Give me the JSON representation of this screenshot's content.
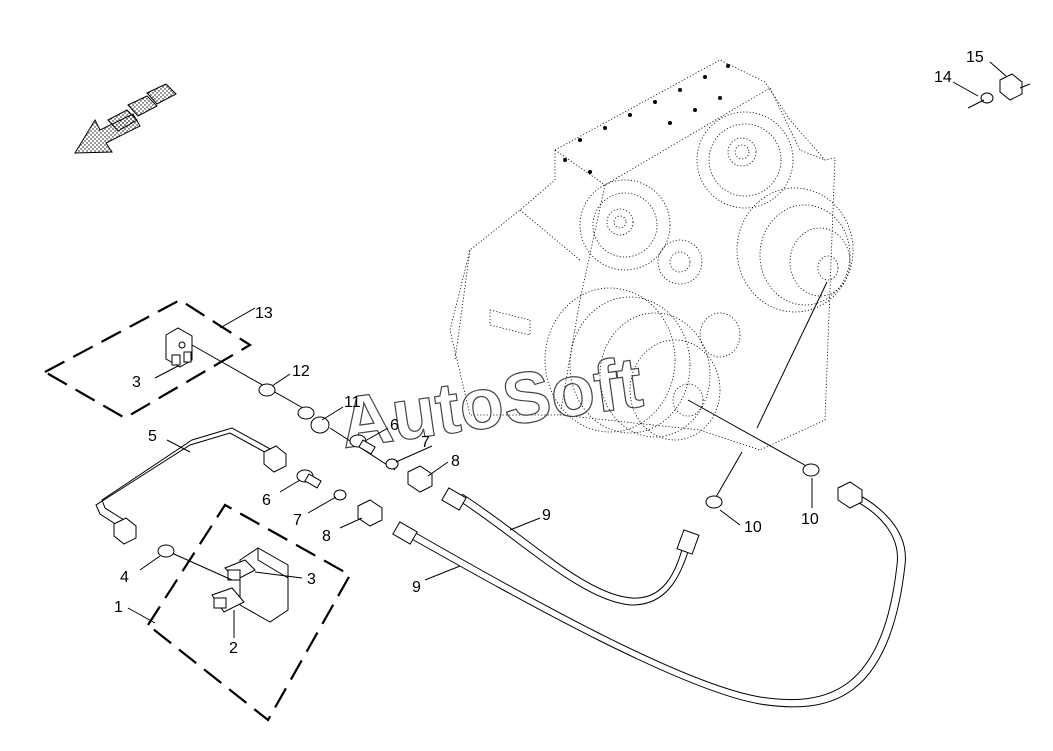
{
  "watermark": "AutoSoft",
  "callouts": {
    "c1": "1",
    "c2": "2",
    "c3a": "3",
    "c3b": "3",
    "c4": "4",
    "c5": "5",
    "c6a": "6",
    "c6b": "6",
    "c7a": "7",
    "c7b": "7",
    "c8a": "8",
    "c8b": "8",
    "c9a": "9",
    "c9b": "9",
    "c10a": "10",
    "c10b": "10",
    "c11": "11",
    "c12": "12",
    "c13": "13",
    "c14": "14",
    "c15": "15"
  },
  "icons": {
    "direction_arrow": "front-direction-arrow-icon"
  }
}
